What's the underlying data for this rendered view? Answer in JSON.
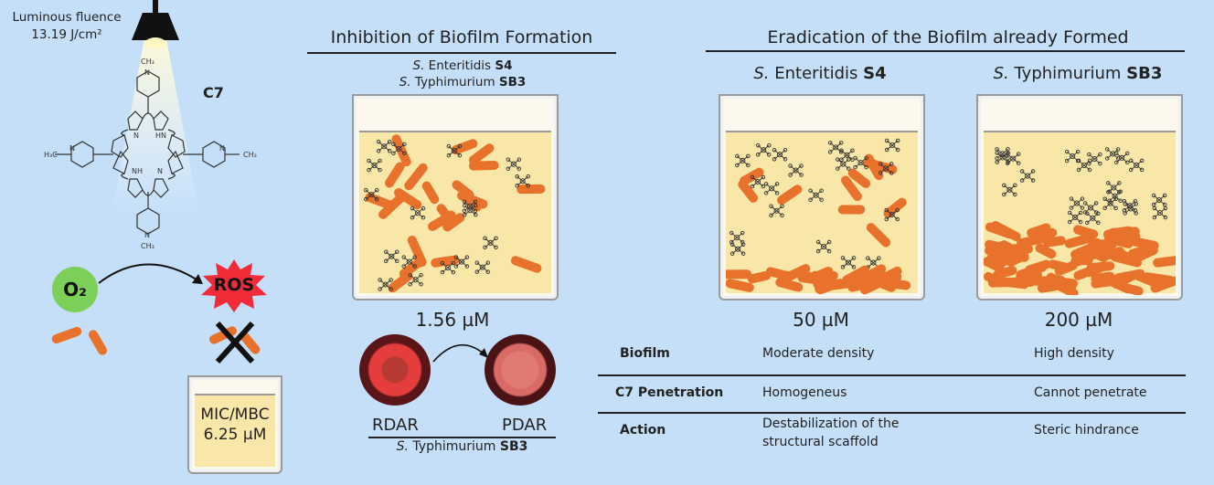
{
  "left": {
    "lamp_text_1": "Luminous fluence",
    "lamp_text_2": "13.19 J/cm²",
    "compound_label": "C7",
    "o2_label": "O₂",
    "ros_label": "ROS",
    "mic_line_1": "MIC/MBC",
    "mic_line_2": "6.25 µM",
    "struct_labels": {
      "ch3": "CH₃",
      "n": "N",
      "hn": "HN",
      "nh": "NH",
      "h3c": "H₃C"
    }
  },
  "inhibition": {
    "title": "Inhibition of Biofilm Formation",
    "strain1_italic": "S.",
    "strain1_rest": " Enteritidis ",
    "strain1_bold": "S4",
    "strain2_italic": "S.",
    "strain2_rest": " Typhimurium ",
    "strain2_bold": "SB3",
    "concentration": "1.56 µM",
    "rdar": "RDAR",
    "pdar": "PDAR",
    "bottom_italic": "S.",
    "bottom_rest": " Typhimurium ",
    "bottom_bold": "SB3"
  },
  "eradication": {
    "title": "Eradication of the Biofilm already Formed",
    "col1_italic": "S.",
    "col1_rest": " Enteritidis ",
    "col1_bold": "S4",
    "col2_italic": "S.",
    "col2_rest": " Typhimurium ",
    "col2_bold": "SB3",
    "conc1": "50 µM",
    "conc2": "200 µM"
  },
  "table": {
    "rows": [
      {
        "label": "Biofilm",
        "c1": "Moderate density",
        "c2": "High density"
      },
      {
        "label": "C7 Penetration",
        "c1": "Homogeneus",
        "c2": "Cannot penetrate"
      },
      {
        "label": "Action",
        "c1a": "Destabilization of the",
        "c1b": "structural scaffold",
        "c2": "Steric hindrance"
      }
    ]
  },
  "colors": {
    "background": "#c5dff9",
    "bacteria": "#e8722c",
    "liquid": "#f8e7a8",
    "o2": "#7cd05a",
    "ros": "#f22b39"
  }
}
